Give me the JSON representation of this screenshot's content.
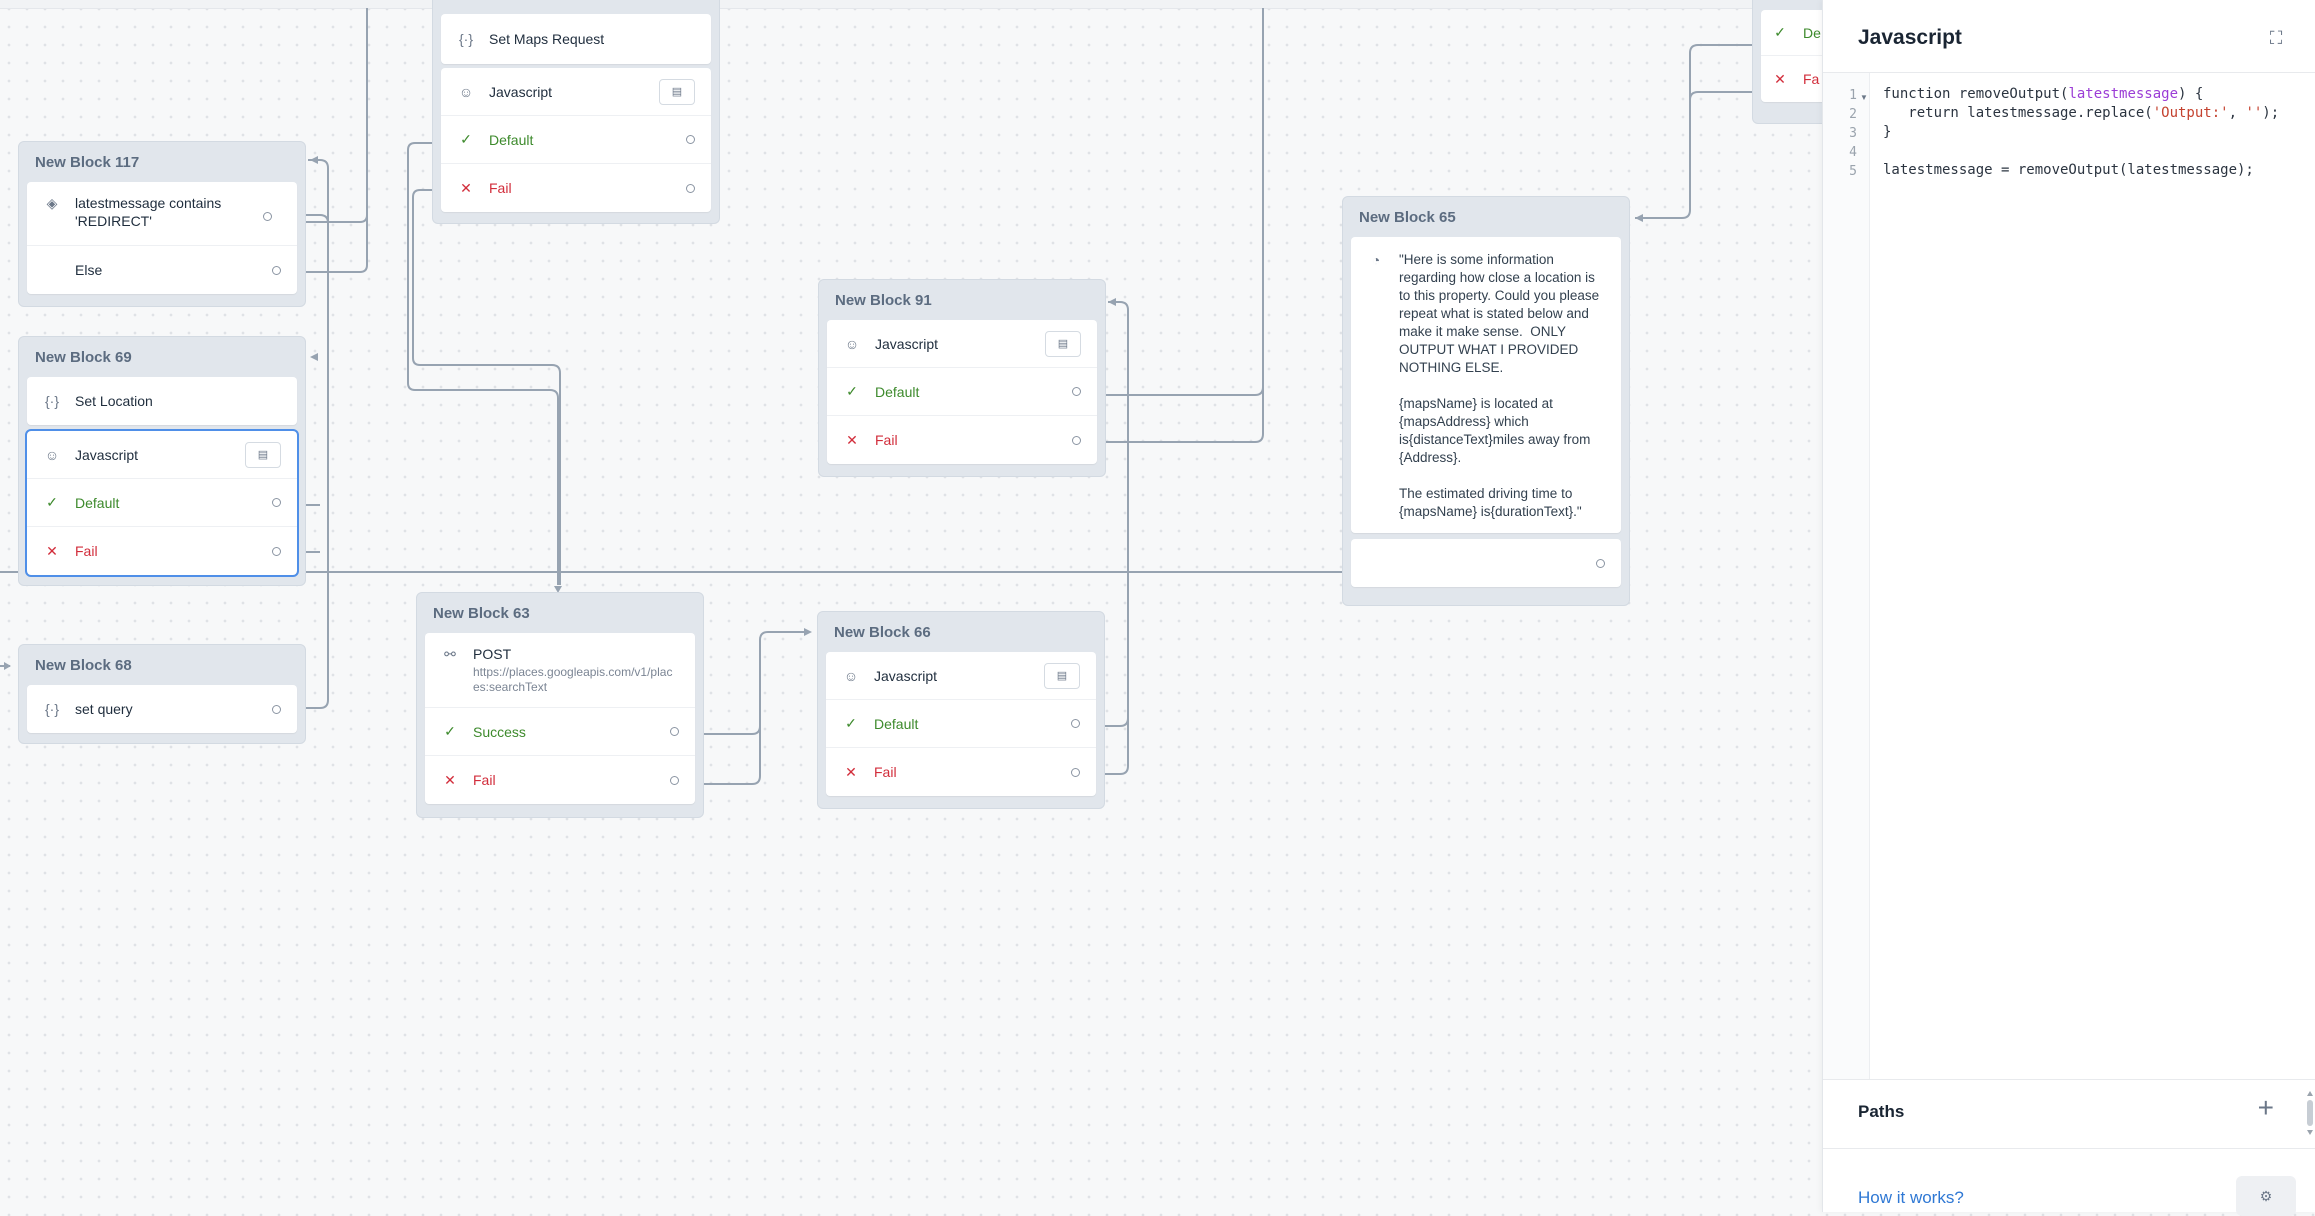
{
  "canvas": {
    "blocks": {
      "set_maps": {
        "steps": [
          {
            "label": "Set Maps Request"
          },
          {
            "label": "Javascript",
            "default": "Default",
            "fail": "Fail"
          }
        ]
      },
      "b117": {
        "title": "New Block 117",
        "condition": "latestmessage contains 'REDIRECT'",
        "else": "Else"
      },
      "b69": {
        "title": "New Block 69",
        "set_label": "Set Location",
        "js_label": "Javascript",
        "default": "Default",
        "fail": "Fail"
      },
      "b68": {
        "title": "New Block 68",
        "set_label": "set query"
      },
      "b63": {
        "title": "New Block 63",
        "method": "POST",
        "url": "https://places.googleapis.com/v1/places:searchText",
        "success": "Success",
        "fail": "Fail"
      },
      "b91": {
        "title": "New Block 91",
        "js_label": "Javascript",
        "default": "Default",
        "fail": "Fail"
      },
      "b66": {
        "title": "New Block 66",
        "js_label": "Javascript",
        "default": "Default",
        "fail": "Fail"
      },
      "b65": {
        "title": "New Block 65",
        "message": "\"Here is some information regarding how close a location is to this property. Could you please repeat what is stated below and make it make sense.  ONLY OUTPUT WHAT I PROVIDED NOTHING ELSE.\n\n{mapsName} is located at {mapsAddress} which is{distanceText}miles away from {Address}.\n\nThe estimated driving time to {mapsName} is{durationText}.\""
      },
      "topright": {
        "default": "De",
        "fail": "Fa"
      }
    }
  },
  "panel": {
    "title": "Javascript",
    "line_numbers": [
      "1",
      "2",
      "3",
      "4",
      "5"
    ],
    "code": {
      "l1_kw": "function ",
      "l1_fn": "removeOutput(",
      "l1_pm": "latestmessage",
      "l1_end": ") {",
      "l2_a": "   return latestmessage.replace(",
      "l2_s1": "'Output:'",
      "l2_b": ", ",
      "l2_s2": "''",
      "l2_c": ");",
      "l3": "}",
      "l4": "",
      "l5": "latestmessage = removeOutput(latestmessage);"
    },
    "paths_label": "Paths",
    "how_label": "How it works?"
  }
}
